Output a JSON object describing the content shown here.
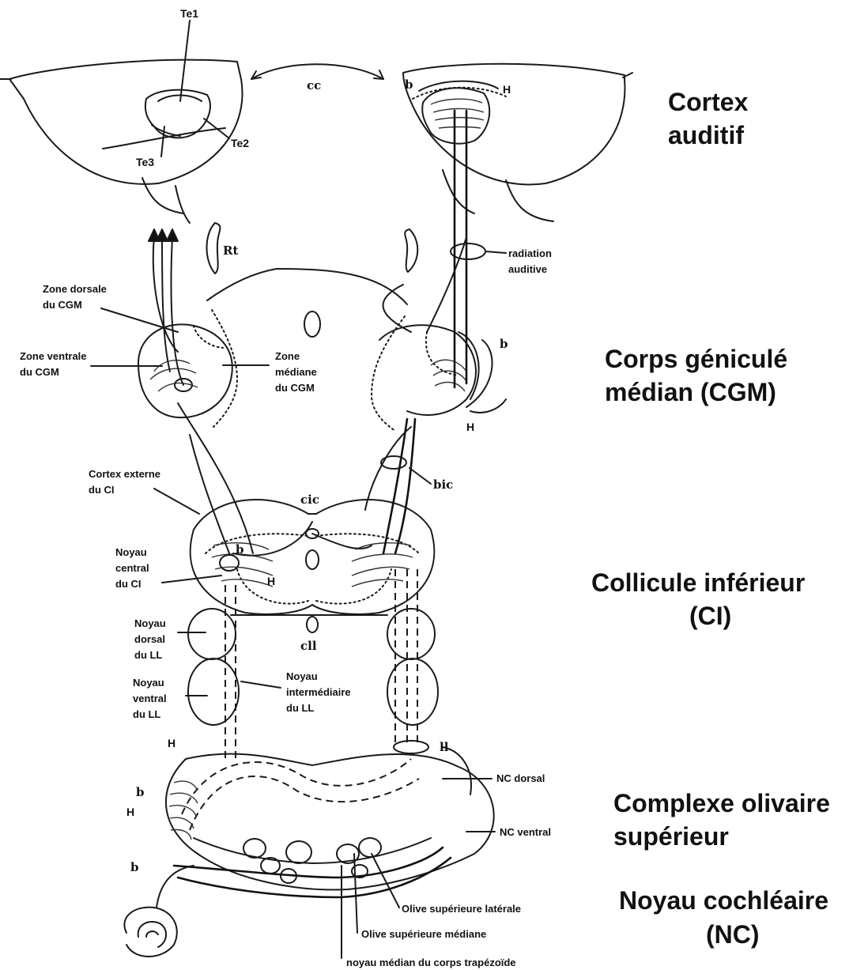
{
  "regions": {
    "cortex": [
      "Cortex",
      "auditif"
    ],
    "cgm": [
      "Corps géniculé",
      "médian (CGM)"
    ],
    "ci": [
      "Collicule inférieur",
      "(CI)"
    ],
    "cos": [
      "Complexe olivaire",
      "supérieur"
    ],
    "nc": [
      "Noyau cochléaire",
      "(NC)"
    ]
  },
  "cortex_labels": {
    "te1": "Te1",
    "te2": "Te2",
    "te3": "Te3",
    "cc": "cc",
    "b": "b",
    "h": "H"
  },
  "cgm_labels": {
    "rt": "Rt",
    "radiation": [
      "radiation",
      "auditive"
    ],
    "zone_dorsale": [
      "Zone  dorsale",
      "du CGM"
    ],
    "zone_ventrale": [
      "Zone ventrale",
      "du CGM"
    ],
    "zone_mediane": [
      "Zone",
      "médiane",
      "du CGM"
    ],
    "b": "b",
    "h": "H"
  },
  "ci_labels": {
    "cortex_externe": [
      "Cortex externe",
      "du CI"
    ],
    "cic": "cic",
    "bic": "bic",
    "noyau_central": [
      "Noyau",
      "central",
      "du CI"
    ],
    "b": "b",
    "h": "H"
  },
  "ll_labels": {
    "dorsal": [
      "Noyau",
      "dorsal",
      "du LL"
    ],
    "cll": "cll",
    "ventral": [
      "Noyau",
      "ventral",
      "du LL"
    ],
    "intermediaire": [
      "Noyau",
      "intermédiaire",
      "du LL"
    ],
    "ll": "ll"
  },
  "brainstem_labels": {
    "nc_dorsal": "NC dorsal",
    "nc_ventral": "NC ventral",
    "olive_laterale": "Olive supérieure latérale",
    "olive_mediane": "Olive supérieure médiane",
    "trapezoide": "noyau médian du corps trapézoïde",
    "h1": "H",
    "b1": "b",
    "h2": "H",
    "b2": "b"
  }
}
